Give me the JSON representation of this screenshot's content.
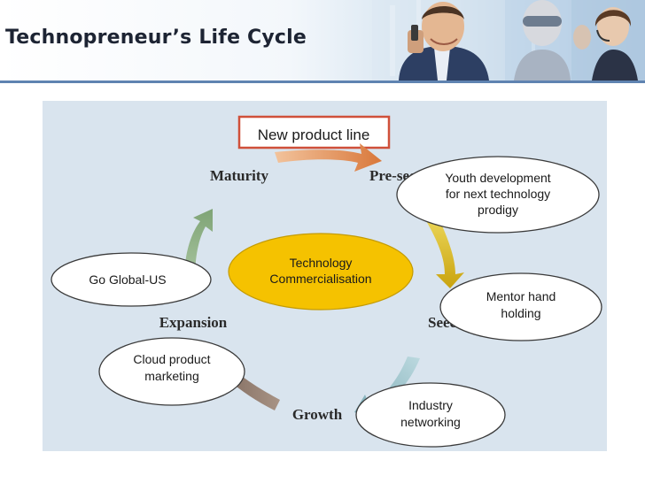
{
  "slide": {
    "title": "Technopreneur’s Life Cycle"
  },
  "diagram": {
    "highlight_box": "New product line",
    "center": [
      "Technology",
      "Commercialisation"
    ],
    "stages": {
      "maturity": "Maturity",
      "pre_seed": "Pre-seed",
      "seed": "Seed",
      "growth": "Growth",
      "expansion": "Expansion"
    },
    "bubbles": {
      "youth": [
        "Youth development",
        "for next technology",
        "prodigy"
      ],
      "mentor": [
        "Mentor hand",
        "holding"
      ],
      "industry": [
        "Industry",
        "networking"
      ],
      "cloud": [
        "Cloud product",
        "marketing"
      ],
      "global": [
        "Go Global-US"
      ]
    },
    "colors": {
      "panel": "#d9e4ee",
      "center_fill": "#f5c200",
      "box_border": "#d0503a",
      "arrow_orange": "#e3955a",
      "arrow_gold": "#d7b81c",
      "arrow_teal": "#8fb9c2",
      "arrow_brown": "#8e7a6e",
      "arrow_green": "#8fb088",
      "rule": "#5f83b1"
    }
  }
}
